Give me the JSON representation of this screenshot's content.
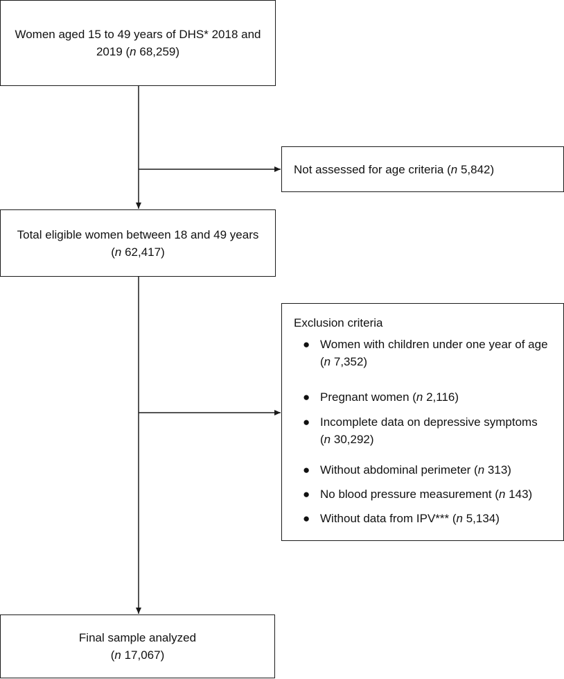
{
  "boxes": {
    "start": {
      "line1": "Women aged 15 to 49 years of DHS* 2018 and",
      "line2_prefix": "2019 (",
      "n_label": "n",
      "count": " 68,259)"
    },
    "not_assessed": {
      "text": "Not assessed for age criteria (",
      "n_label": "n",
      "count": " 5,842)"
    },
    "eligible": {
      "line1": "Total eligible women between 18 and 49 years",
      "line2_prefix": "(",
      "n_label": "n",
      "count": " 62,417)"
    },
    "final": {
      "line1": "Final sample analyzed",
      "line2_prefix": "(",
      "n_label": "n",
      "count": " 17,067)"
    }
  },
  "exclusion": {
    "title": "Exclusion criteria",
    "bullet": "●",
    "items": [
      {
        "line1": "Women with children under one year of age",
        "line2_prefix": "(",
        "n_label": "n",
        "count": " 7,352)"
      },
      {
        "line1": "Pregnant women (",
        "n_label": "n",
        "count": " 2,116)"
      },
      {
        "line1": "Incomplete data on depressive symptoms",
        "line2_prefix": "(",
        "n_label": "n",
        "count": " 30,292)"
      },
      {
        "line1": "Without abdominal perimeter (",
        "n_label": "n",
        "count": " 313)"
      },
      {
        "line1": "No blood pressure measurement (",
        "n_label": "n",
        "count": " 143)"
      },
      {
        "line1": "Without data from IPV*** (",
        "n_label": "n",
        "count": " 5,134)"
      }
    ]
  }
}
